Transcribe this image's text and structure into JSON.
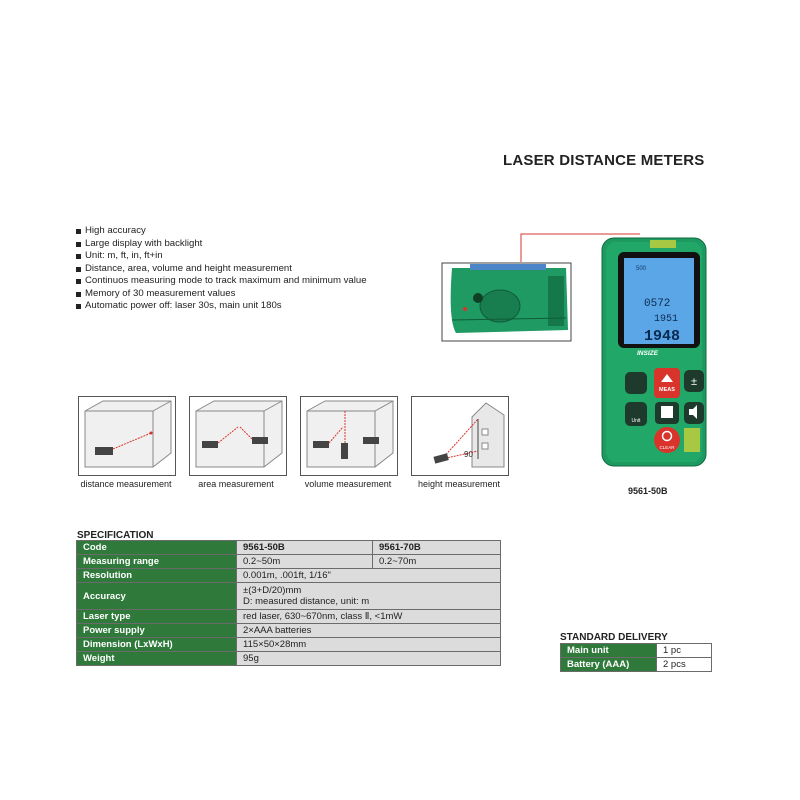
{
  "title": "LASER DISTANCE METERS",
  "features": [
    "High accuracy",
    "Large display with backlight",
    "Unit: m, ft, in, ft+in",
    "Distance, area, volume and height measurement",
    "Continuos measuring mode to track maximum and minimum value",
    "Memory of 30 measurement values",
    "Automatic power off: laser 30s, main unit 180s"
  ],
  "device": {
    "brand": "INSIZE",
    "display": {
      "top": "500",
      "line1": "0572",
      "line2": "1951",
      "line3": "1948"
    },
    "buttons": {
      "meas": "MEAS",
      "unit": "Unit",
      "clear": "CLEAR"
    },
    "height_angle": "90"
  },
  "model_caption": "9561-50B",
  "captions": [
    "distance measurement",
    "area measurement",
    "volume measurement",
    "height measurement"
  ],
  "spec": {
    "title": "SPECIFICATION",
    "rows": [
      {
        "label": "Code",
        "v1": "9561-50B",
        "v2": "9561-70B"
      },
      {
        "label": "Measuring range",
        "v1": "0.2~50m",
        "v2": "0.2~70m"
      },
      {
        "label": "Resolution",
        "value": "0.001m, .001ft, 1/16\""
      },
      {
        "label": "Accuracy",
        "value": "±(3+D/20)mm",
        "value2": "D: measured distance, unit: m"
      },
      {
        "label": "Laser type",
        "value": "red laser, 630~670nm, class Ⅱ, <1mW"
      },
      {
        "label": "Power supply",
        "value": "2×AAA batteries"
      },
      {
        "label": "Dimension (LxWxH)",
        "value": "115×50×28mm"
      },
      {
        "label": "Weight",
        "value": "95g"
      }
    ]
  },
  "delivery": {
    "title": "STANDARD DELIVERY",
    "rows": [
      {
        "label": "Main unit",
        "value": "1 pc"
      },
      {
        "label": "Battery (AAA)",
        "value": "2 pcs"
      }
    ]
  },
  "colors": {
    "brand_green": "#2f7a3b",
    "device_green": "#1f9a62",
    "screen_blue": "#5aa6e6",
    "red_button": "#d9342b"
  }
}
